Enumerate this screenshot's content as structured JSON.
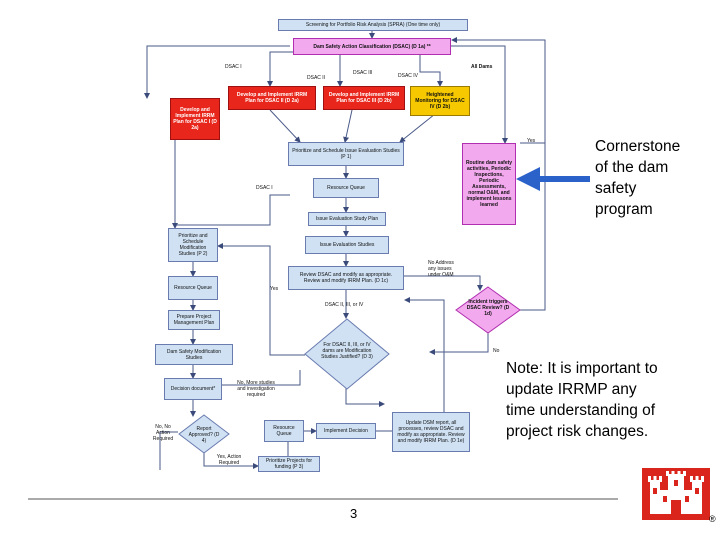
{
  "flowchart": {
    "nodes": {
      "screening": "Screening for Portfolio Risk Analysis (SPRA) (One time only)",
      "classification": "Dam Safety Action Classification (DSAC) (D 1a) **",
      "irrm_dsac1": "Develop and Implement IRRM Plan for DSAC I (D 2a)",
      "irrm_dsac2": "Develop and Implement IRRM Plan for DSAC II (D 2a)",
      "irrm_dsac3": "Develop and Implement IRRM Plan for DSAC III (D 2b)",
      "heightened": "Heightened Monitoring for DSAC IV (D 2b)",
      "prioritize_issue": "Prioritize and Schedule Issue Evaluation Studies (P 1)",
      "resource_queue_1": "Resource Queue",
      "issue_plan": "Issue Evaluation Study Plan",
      "issue_studies": "Issue Evaluation Studies",
      "review_dsac": "Review DSAC and modify as appropriate. Review and modify IRRM Plan. (D 1c)",
      "routine": "Routine dam safety activities, Periodic Inspections, Periodic Assessments, normal O&M, and implement lessons learned",
      "incident": "Incident triggers DSAC Review? (D 1d)",
      "prioritize_mod": "Prioritize and Schedule Modification Studies (P 2)",
      "resource_queue_2": "Resource Queue",
      "pmp": "Prepare Project Management Plan",
      "mod_studies": "Dam Safety Modification Studies",
      "decision_doc": "Decision document*",
      "justified": "For DSAC II, III, or IV dams are Modification Studies Justified? (D 3)",
      "report_approved": "Report Approved? (D 4)",
      "resource_queue_3": "Resource Queue",
      "implement": "Implement Decision",
      "update_dsm": "Update DSM report, all processes, review DSAC and modify as appropriate. Review and modify IRRM Plan. (D 1e)",
      "prioritize_funding": "Prioritize Projects for funding (P 3)"
    },
    "labels": {
      "dsac1_top": "DSAC I",
      "dsac2": "DSAC II",
      "dsac3": "DSAC III",
      "dsac3_4": "DSAC IV",
      "all_dams": "All Dams",
      "yes_routine": "Yes",
      "dsac1_mid": "DSAC I",
      "no_address": "No Address any issues under O&M",
      "yes_left": "Yes",
      "dsac2_3_4": "DSAC II, III, or IV",
      "no_incident": "No",
      "no_more_studies": "No, More studies and investigation required",
      "no_action": "No, No Action Required",
      "yes_action": "Yes, Action Required"
    }
  },
  "callouts": {
    "cornerstone": [
      "Cornerstone",
      "of the dam",
      "safety",
      "program"
    ],
    "note": [
      "Note: It is important to",
      "update IRRMP any",
      "time understanding of",
      "project risk changes."
    ]
  },
  "footer": {
    "page_number": "3",
    "registered_mark": "®"
  },
  "logo": {
    "colors": {
      "background": "#d9251c",
      "castle": "#ffffff"
    }
  },
  "colors": {
    "box_blue": "#cfe1f3",
    "box_red": "#e8261b",
    "box_yellow": "#f5c800",
    "box_magenta": "#f3a9ee",
    "arrow_blue": "#2a62c9"
  }
}
